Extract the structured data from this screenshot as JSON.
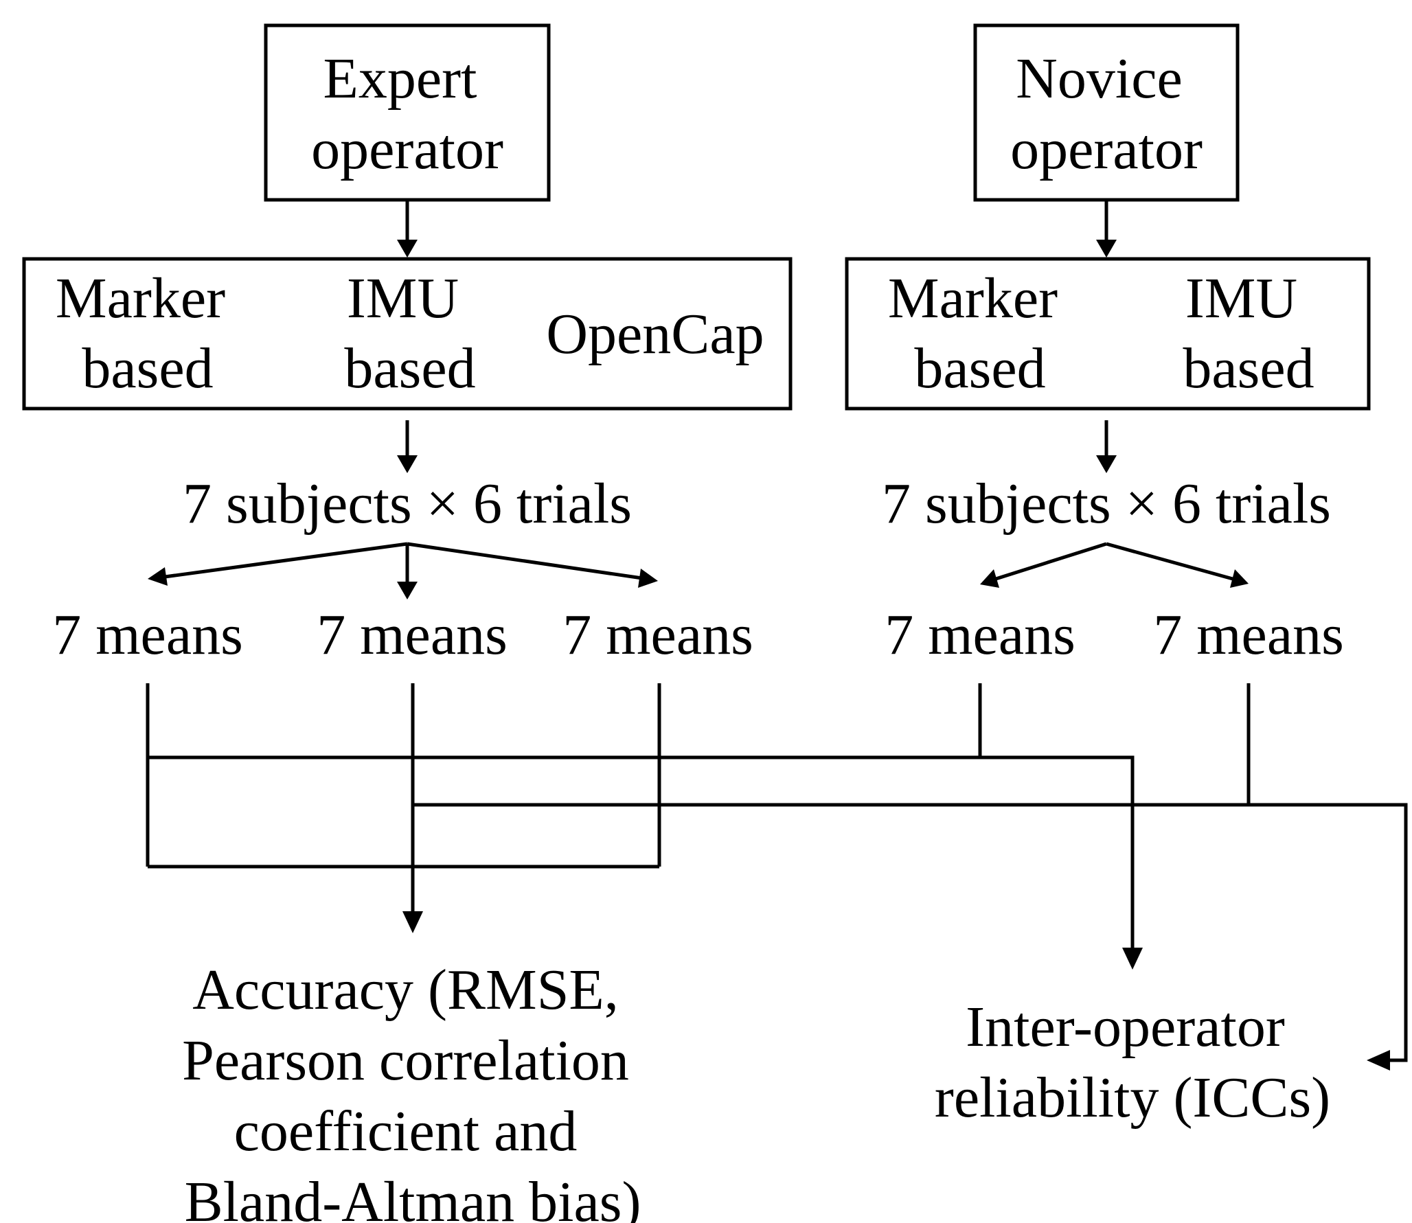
{
  "expert": {
    "operator": [
      "Expert",
      "operator"
    ],
    "methods": {
      "marker": [
        "Marker",
        "based"
      ],
      "imu": [
        "IMU",
        "based"
      ],
      "opencap": "OpenCap"
    },
    "design": "7 subjects × 6 trials",
    "means": [
      "7 means",
      "7 means",
      "7 means"
    ]
  },
  "novice": {
    "operator": [
      "Novice",
      "operator"
    ],
    "methods": {
      "marker": [
        "Marker",
        "based"
      ],
      "imu": [
        "IMU",
        "based"
      ]
    },
    "design": "7 subjects × 6 trials",
    "means": [
      "7 means",
      "7 means"
    ]
  },
  "outcomes": {
    "accuracy": [
      "Accuracy (RMSE,",
      "Pearson correlation",
      "coefficient and",
      "Bland-Altman bias)"
    ],
    "reliability": [
      "Inter-operator",
      "reliability (ICCs)"
    ]
  }
}
